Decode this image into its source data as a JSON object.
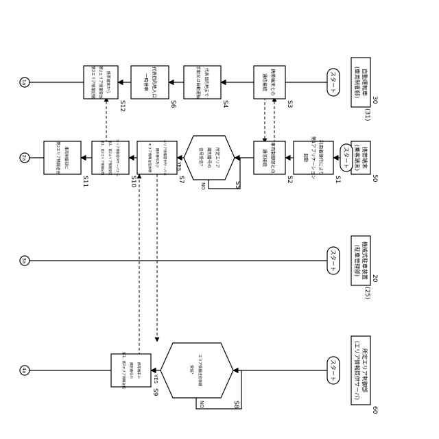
{
  "colors": {
    "line": "#000000",
    "dashed": "#000000",
    "background": "#ffffff"
  },
  "lanes": [
    {
      "id": "vehicle",
      "header": [
        "自動運転車",
        "(車両制御部)"
      ],
      "ref_top": "30",
      "ref_bottom": "(31)",
      "start_label": "スタート",
      "end_connector": "1a"
    },
    {
      "id": "mobile",
      "header": [
        "携帯端末",
        "(乗客端末)"
      ],
      "ref_top": "50",
      "ref_bottom": "",
      "start_label": "スタート",
      "end_connector": "2a"
    },
    {
      "id": "parking",
      "header": [
        "機械式駐車装置",
        "(駐車管理部)"
      ],
      "ref_top": "20",
      "ref_bottom": "(25)",
      "start_label": "スタート",
      "end_connector": "3a"
    },
    {
      "id": "server",
      "header": [
        "所定エリア制御部",
        "(エリア情報提供サーバ)"
      ],
      "ref_top": "60",
      "ref_bottom": "",
      "start_label": "スタート",
      "end_connector": "4a"
    }
  ],
  "steps": {
    "s1": {
      "id": "S1",
      "lines": [
        "利用者操作により",
        "第1アプリケーション",
        "起動"
      ]
    },
    "s2": {
      "id": "S2",
      "lines": [
        "車両制御部との",
        "通信接続"
      ]
    },
    "s3": {
      "id": "S3",
      "lines": [
        "携帯端末との",
        "通信接続"
      ]
    },
    "s4": {
      "id": "S4",
      "lines": [
        "代表目的地まで",
        "手動又は自動運転"
      ]
    },
    "s5": {
      "id": "S5",
      "lines": [
        "所定エリア",
        "識別番号の",
        "信号受信？"
      ],
      "yes": "YES",
      "no": "NO"
    },
    "s6": {
      "id": "S6",
      "lines": [
        "代表目的地入口",
        "一時停車"
      ]
    },
    "s7": {
      "id": "S7",
      "lines": [
        "エリア情報提供サーバに",
        "識別番号及び",
        "エリア情報送信依頼"
      ]
    },
    "s8": {
      "id": "S8",
      "lines": [
        "エリア情報送信依頼",
        "受信？"
      ],
      "yes": "YES",
      "no": "NO"
    },
    "s9": {
      "id": "S9",
      "lines": [
        "携帯端末に",
        "識別番号の",
        "第1、第2エリア情報送信"
      ]
    },
    "s10": {
      "id": "S10",
      "lines": [
        "エリア情報提供サーバから",
        "第1、第2エリア情報受信",
        "第1、第2エリア情報記憶"
      ]
    },
    "s11": {
      "id": "S11",
      "lines": [
        "車両制御部に",
        "第2エリア情報送信"
      ]
    },
    "s12": {
      "id": "S12",
      "lines": [
        "携帯端末から",
        "第2エリア情報受信",
        "第2エリア情報記憶"
      ]
    }
  }
}
